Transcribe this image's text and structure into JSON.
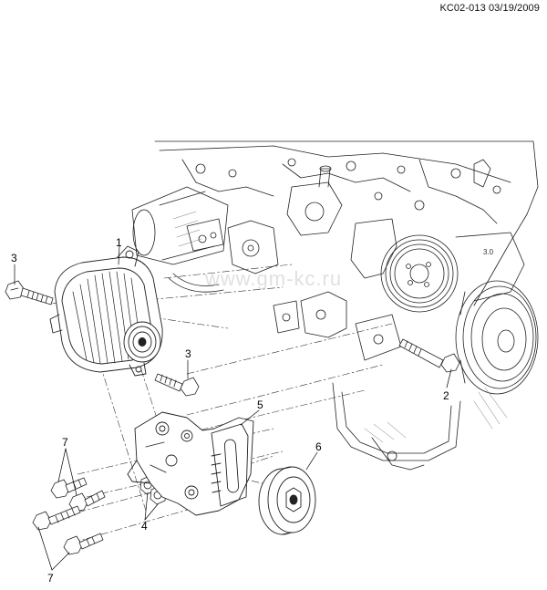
{
  "header": {
    "doc_id": "KC02-013 03/19/2009"
  },
  "watermark": {
    "text": "www.gm-kc.ru"
  },
  "engine": {
    "badge": "3.0"
  },
  "callouts": [
    "1",
    "2",
    "3",
    "3",
    "4",
    "5",
    "6",
    "7",
    "7"
  ]
}
